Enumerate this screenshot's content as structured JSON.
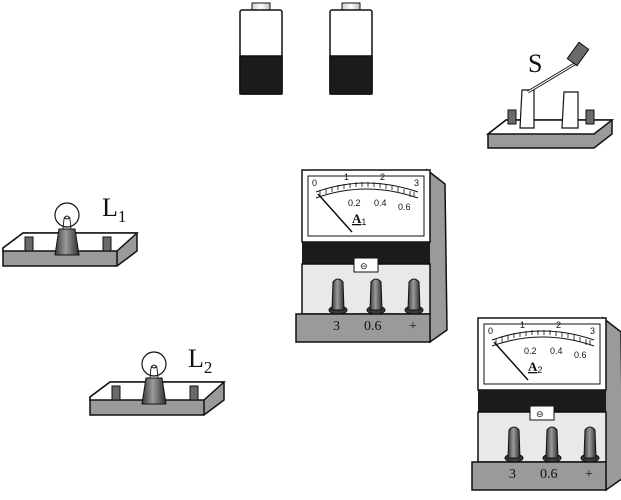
{
  "switch": {
    "label": "S"
  },
  "bulbs": [
    {
      "label_main": "L",
      "label_sub": "1"
    },
    {
      "label_main": "L",
      "label_sub": "2"
    }
  ],
  "ammeters": [
    {
      "name_main": "A",
      "name_sub": "1",
      "scale": [
        "0",
        "1",
        "2",
        "3",
        "0.2",
        "0.4",
        "0.6"
      ],
      "terminals": [
        "3",
        "0.6",
        "+"
      ],
      "zero_knob": "⊖"
    },
    {
      "name_main": "A",
      "name_sub": "2",
      "scale": [
        "0",
        "1",
        "2",
        "3",
        "0.2",
        "0.4",
        "0.6"
      ],
      "terminals": [
        "3",
        "0.6",
        "+"
      ],
      "zero_knob": "⊖"
    }
  ]
}
